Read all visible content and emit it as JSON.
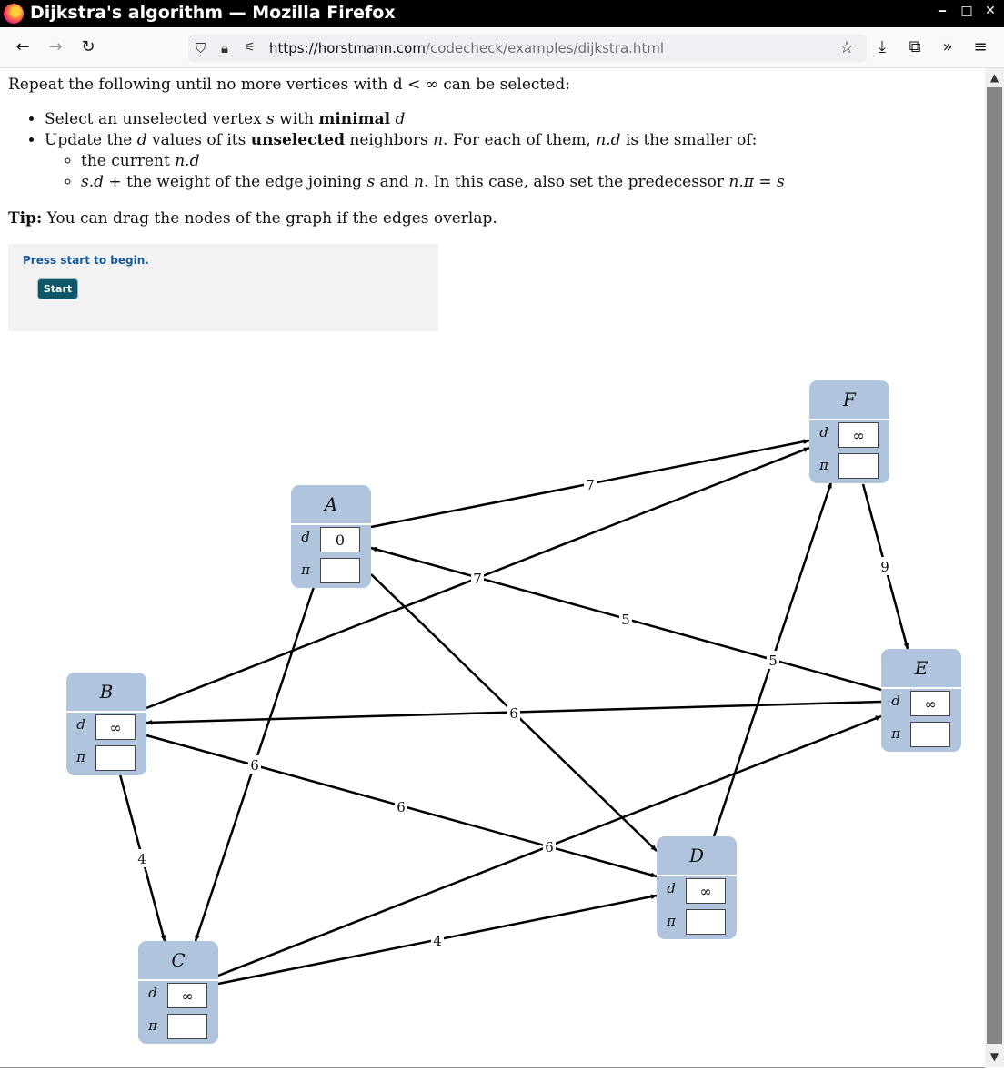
{
  "window": {
    "title": "Dijkstra's algorithm — Mozilla Firefox",
    "controls": {
      "minimize": "‒",
      "maximize": "□",
      "close": "✕"
    }
  },
  "browser": {
    "url_host": "https://horstmann.com",
    "url_path": "/codecheck/examples/dijkstra.html",
    "icons": [
      "back-arrow-icon",
      "forward-arrow-icon",
      "reload-icon",
      "shield-icon",
      "lock-icon",
      "permissions-icon",
      "bookmark-star-icon",
      "download-icon",
      "extensions-icon",
      "overflow-chevron-icon",
      "app-menu-icon"
    ]
  },
  "content": {
    "intro_prefix": "Repeat the following until no more vertices with d < ",
    "intro_inf": "∞",
    "intro_suffix": " can be selected:",
    "step1": {
      "a": "Select an unselected vertex ",
      "s": "s",
      "b": " with ",
      "bold": "minimal",
      "c": " ",
      "d": "d"
    },
    "step2": {
      "a": "Update the ",
      "d": "d",
      "b": " values of its ",
      "bold": "unselected",
      "c": " neighbors ",
      "n": "n",
      "e": ". For each of them, ",
      "nd": "n.d",
      "f": " is the smaller of:"
    },
    "sub1": {
      "a": "the current ",
      "nd": "n.d"
    },
    "sub2": {
      "sd": "s.d",
      "a": " + the weight of the edge joining ",
      "s": "s",
      "b": " and ",
      "n": "n",
      "c": ". In this case, also set the predecessor ",
      "npi": "n.π = s"
    },
    "tip_label": "Tip:",
    "tip_text": " You can drag the nodes of the graph if the edges overlap."
  },
  "panel": {
    "message": "Press start to begin.",
    "start_label": "Start"
  },
  "graph": {
    "field_labels": {
      "d": "d",
      "pi": "π"
    },
    "nodes": [
      {
        "name": "A",
        "d": "0",
        "pi": ""
      },
      {
        "name": "B",
        "d": "∞",
        "pi": ""
      },
      {
        "name": "C",
        "d": "∞",
        "pi": ""
      },
      {
        "name": "D",
        "d": "∞",
        "pi": ""
      },
      {
        "name": "E",
        "d": "∞",
        "pi": ""
      },
      {
        "name": "F",
        "d": "∞",
        "pi": ""
      }
    ],
    "edges": [
      {
        "from": "A",
        "to": "F",
        "weight": "7"
      },
      {
        "from": "B",
        "to": "F",
        "weight": "7"
      },
      {
        "from": "E",
        "to": "A",
        "weight": "5"
      },
      {
        "from": "D",
        "to": "F",
        "weight": "5"
      },
      {
        "from": "F",
        "to": "E",
        "weight": "9"
      },
      {
        "from": "A",
        "to": "D",
        "weight": "6"
      },
      {
        "from": "E",
        "to": "B",
        "weight": "6"
      },
      {
        "from": "A",
        "to": "C",
        "weight": "6"
      },
      {
        "from": "B",
        "to": "D",
        "weight": "6"
      },
      {
        "from": "C",
        "to": "E",
        "weight": "6"
      },
      {
        "from": "B",
        "to": "C",
        "weight": "4"
      },
      {
        "from": "C",
        "to": "D",
        "weight": "4"
      }
    ]
  }
}
